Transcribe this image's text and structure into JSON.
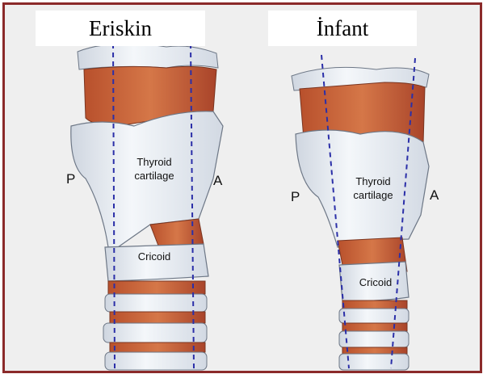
{
  "adult": {
    "title": "Eriskin",
    "thyroid": "Thyroid\ncartilage",
    "cricoid": "Cricoid",
    "posterior": "P",
    "anterior": "A"
  },
  "infant": {
    "title": "İnfant",
    "thyroid": "Thyroid\ncartilage",
    "cricoid": "Cricoid",
    "posterior": "P",
    "anterior": "A"
  },
  "colors": {
    "frame": "#8b2a2a",
    "cartilage": "#e9eef4",
    "muscle": "#c9613a",
    "axis_line": "#2b2fa8"
  }
}
